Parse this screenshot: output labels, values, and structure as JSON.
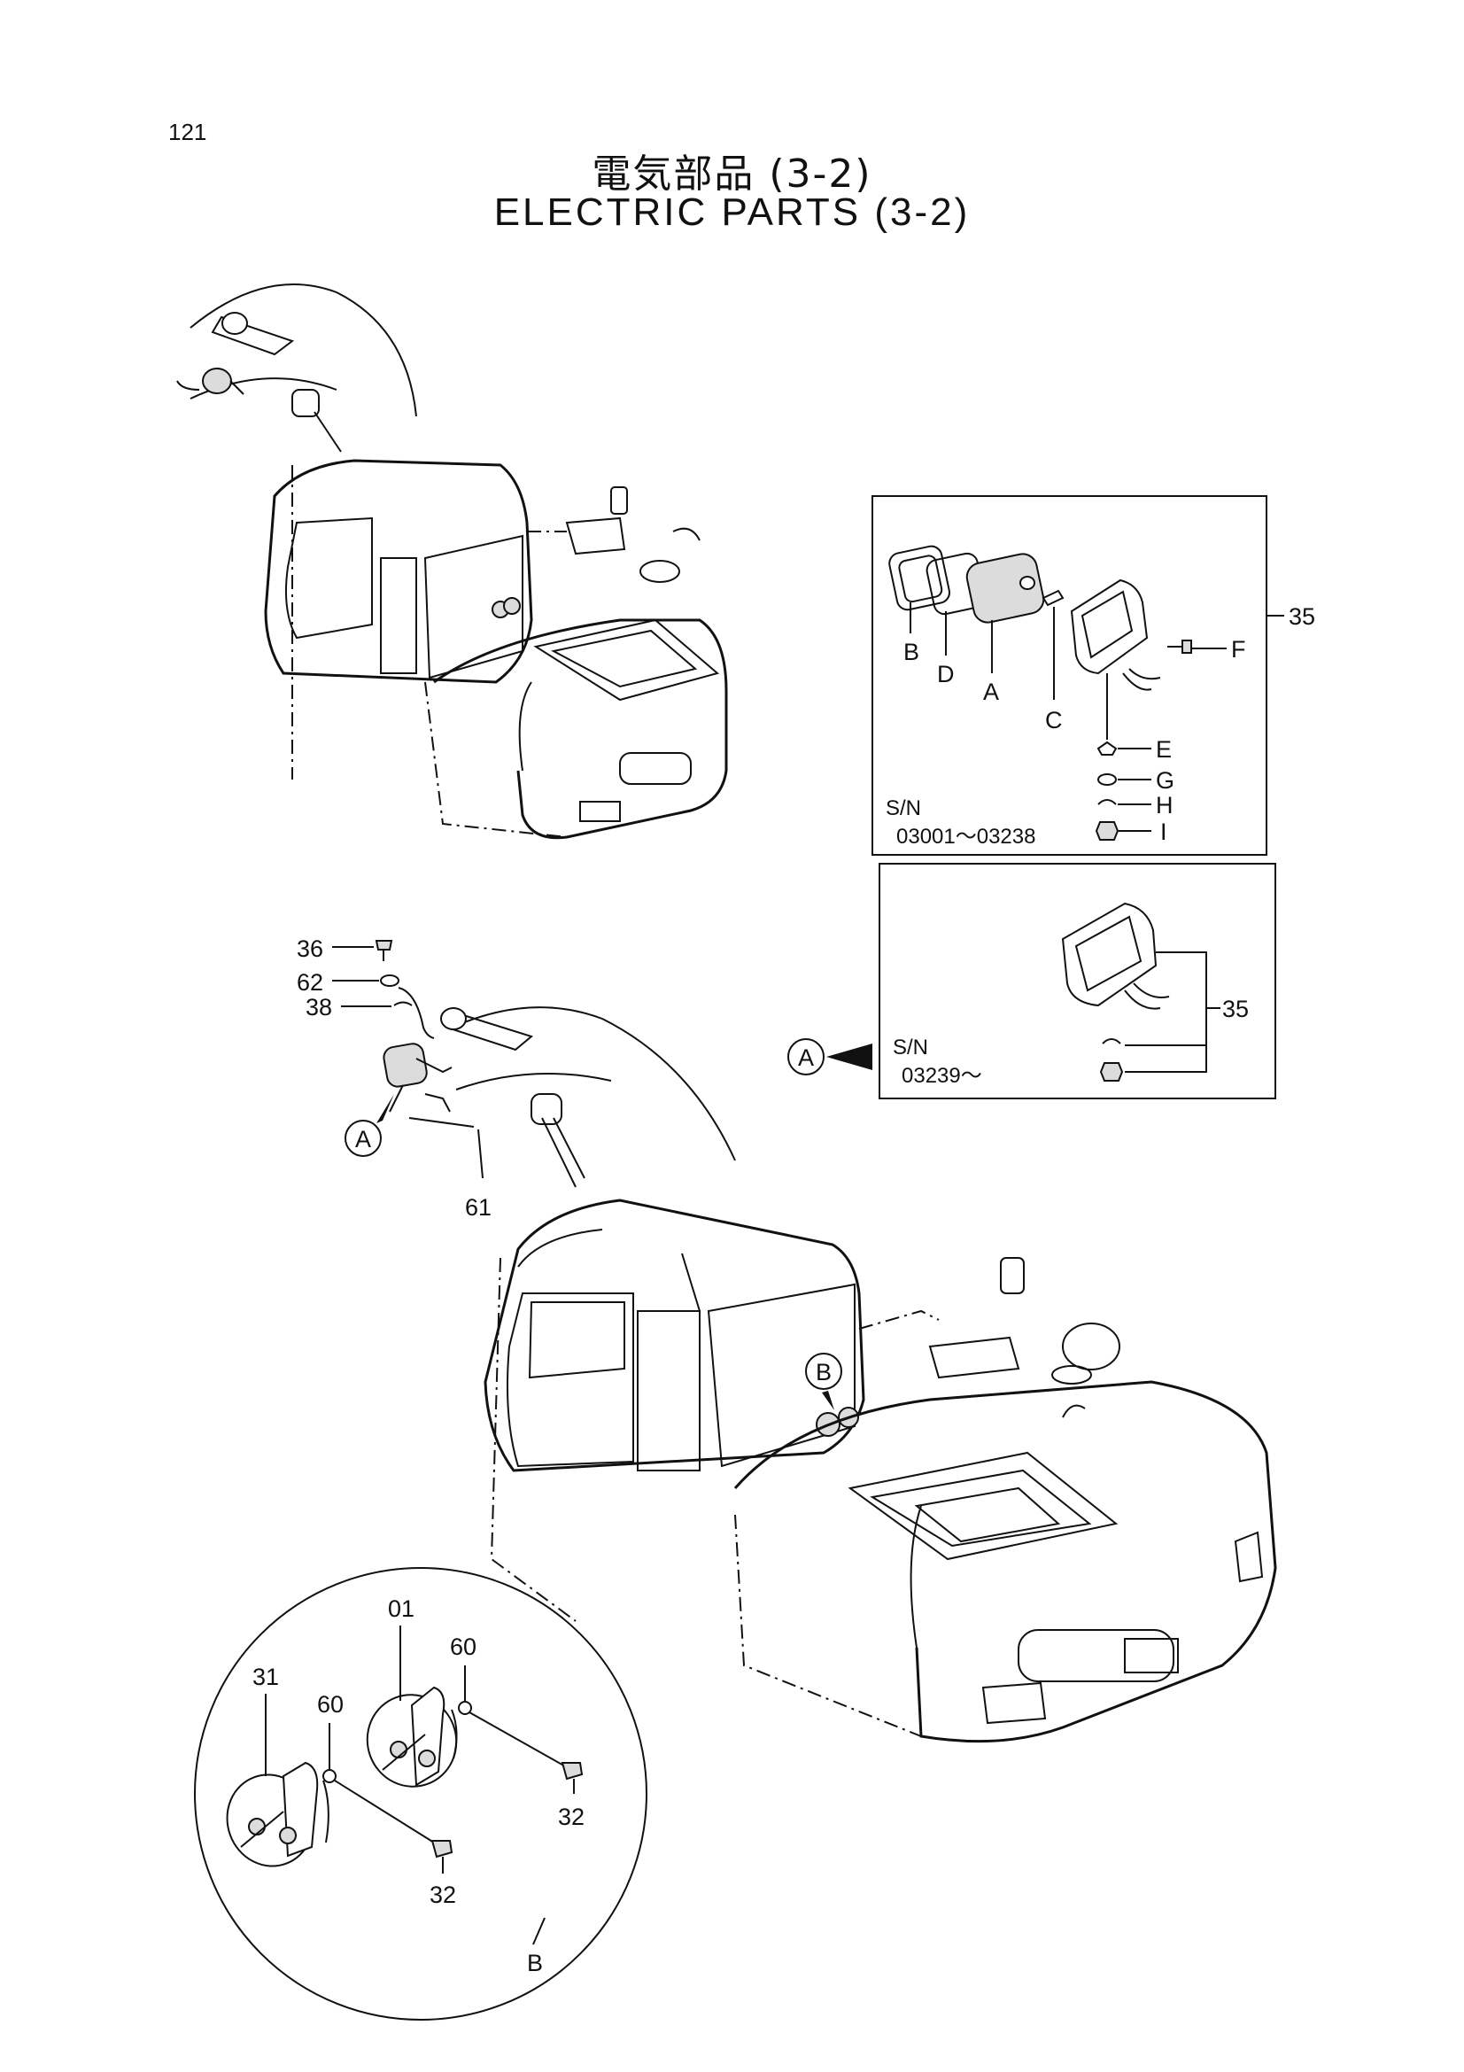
{
  "page_number": "121",
  "title_jp": "電気部品 (3-2)",
  "title_en": "ELECTRIC PARTS (3-2)",
  "inset_top": {
    "sn_label": "S/N",
    "sn_range": "03001～03238",
    "callouts": [
      "B",
      "D",
      "A",
      "C",
      "F",
      "E",
      "G",
      "H",
      "I"
    ],
    "part_ref": "35"
  },
  "inset_bottom": {
    "sn_label": "S/N",
    "sn_range": "03239～",
    "part_ref": "35",
    "view_marker": "A"
  },
  "main_view": {
    "callouts": [
      "36",
      "62",
      "38",
      "61"
    ],
    "view_marker_a": "A",
    "view_marker_b": "B"
  },
  "detail_b": {
    "callouts": [
      "01",
      "60",
      "31",
      "60",
      "32",
      "32"
    ],
    "label": "B"
  }
}
